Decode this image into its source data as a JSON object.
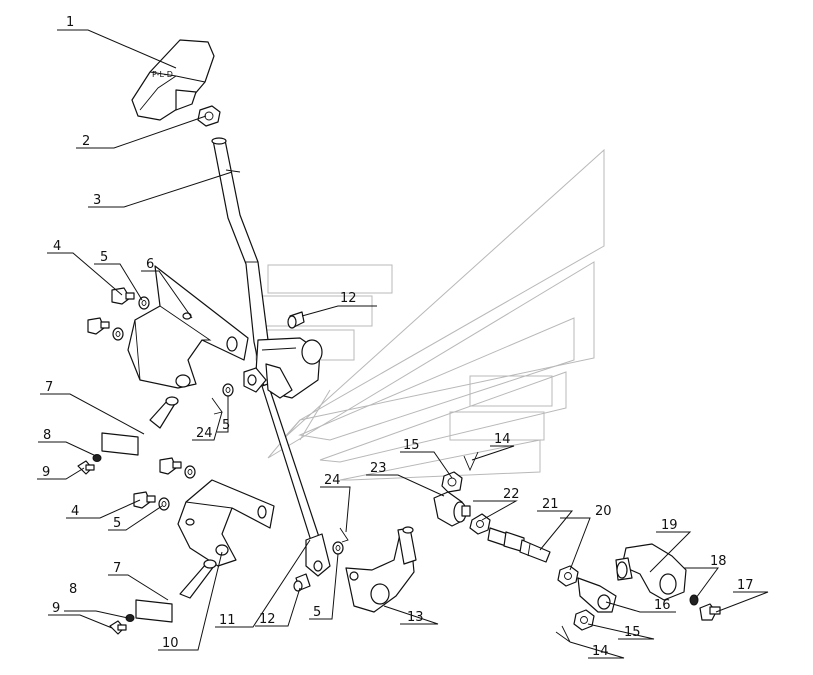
{
  "callouts": [
    {
      "id": "c1",
      "text": "1"
    },
    {
      "id": "c2",
      "text": "2"
    },
    {
      "id": "c3",
      "text": "3"
    },
    {
      "id": "c4a",
      "text": "4"
    },
    {
      "id": "c5a",
      "text": "5"
    },
    {
      "id": "c6",
      "text": "6"
    },
    {
      "id": "c12a",
      "text": "12"
    },
    {
      "id": "c7a",
      "text": "7"
    },
    {
      "id": "c24a",
      "text": "24"
    },
    {
      "id": "c5b",
      "text": "5"
    },
    {
      "id": "c8a",
      "text": "8"
    },
    {
      "id": "c9a",
      "text": "9"
    },
    {
      "id": "c4b",
      "text": "4"
    },
    {
      "id": "c5c",
      "text": "5"
    },
    {
      "id": "c7b",
      "text": "7"
    },
    {
      "id": "c8b",
      "text": "8"
    },
    {
      "id": "c9b",
      "text": "9"
    },
    {
      "id": "c10",
      "text": "10"
    },
    {
      "id": "c11",
      "text": "11"
    },
    {
      "id": "c12b",
      "text": "12"
    },
    {
      "id": "c5d",
      "text": "5"
    },
    {
      "id": "c24b",
      "text": "24"
    },
    {
      "id": "c13",
      "text": "13"
    },
    {
      "id": "c15a",
      "text": "15"
    },
    {
      "id": "c14a",
      "text": "14"
    },
    {
      "id": "c23",
      "text": "23"
    },
    {
      "id": "c22",
      "text": "22"
    },
    {
      "id": "c21",
      "text": "21"
    },
    {
      "id": "c20",
      "text": "20"
    },
    {
      "id": "c19",
      "text": "19"
    },
    {
      "id": "c18",
      "text": "18"
    },
    {
      "id": "c17",
      "text": "17"
    },
    {
      "id": "c16",
      "text": "16"
    },
    {
      "id": "c15b",
      "text": "15"
    },
    {
      "id": "c14b",
      "text": "14"
    }
  ],
  "knob_marking": "P-L-D"
}
